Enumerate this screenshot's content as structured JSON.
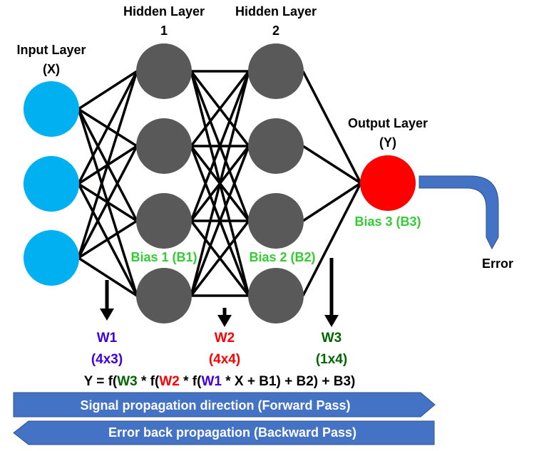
{
  "layers": {
    "input": {
      "title": "Input Layer",
      "symbol": "(X)",
      "nodes": 3,
      "color": "#00B0F0"
    },
    "hidden1": {
      "title": "Hidden Layer",
      "number": "1",
      "nodes": 4,
      "color": "#595959",
      "bias": "Bias 1 (B1)"
    },
    "hidden2": {
      "title": "Hidden Layer",
      "number": "2",
      "nodes": 4,
      "color": "#595959",
      "bias": "Bias 2 (B2)"
    },
    "output": {
      "title": "Output Layer",
      "symbol": "(Y)",
      "nodes": 1,
      "color": "#FF0000",
      "bias": "Bias 3 (B3)"
    }
  },
  "weights": [
    {
      "name": "W1",
      "shape": "(4x3)",
      "color": "#3F00E0"
    },
    {
      "name": "W2",
      "shape": "(4x4)",
      "color": "#FF0000"
    },
    {
      "name": "W3",
      "shape": "(1x4)",
      "color": "#006600"
    }
  ],
  "equation": {
    "p1": "Y = f(",
    "w3": "W3",
    "p2": " * f(",
    "w2": "W2",
    "p3": " * f(",
    "w1": "W1",
    "p4": " * X + B1) + B2) + B3)"
  },
  "error_label": "Error",
  "forward_label": "Signal propagation direction (Forward Pass)",
  "backward_label": "Error back propagation (Backward Pass)",
  "arrow_color": "#4472C4"
}
